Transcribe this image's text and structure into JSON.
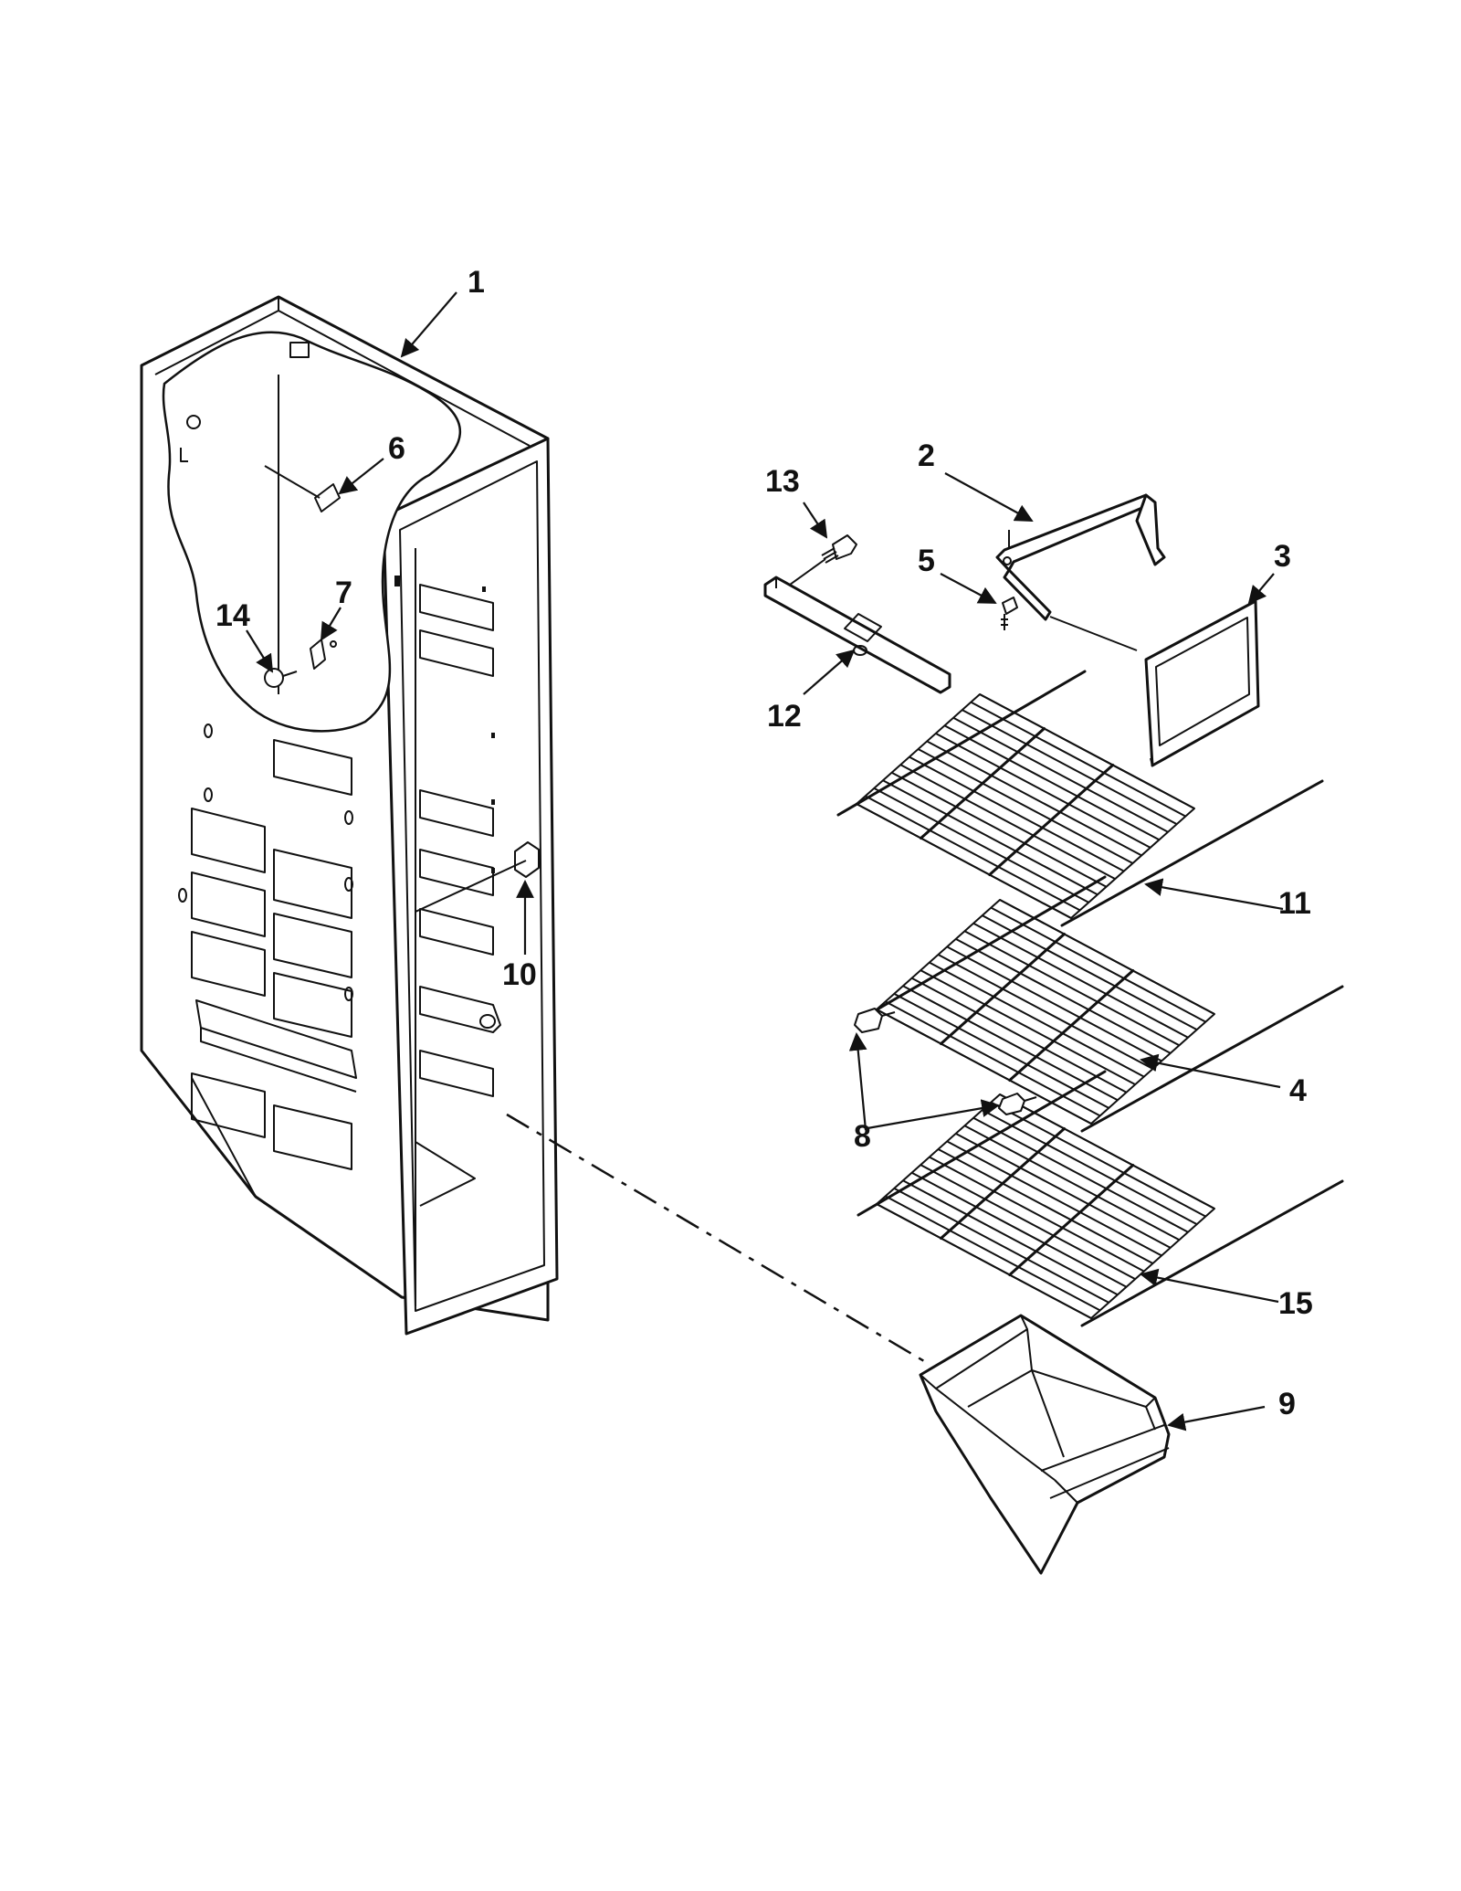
{
  "diagram": {
    "callouts": [
      {
        "id": "1",
        "text": "1"
      },
      {
        "id": "2",
        "text": "2"
      },
      {
        "id": "3",
        "text": "3"
      },
      {
        "id": "4",
        "text": "4"
      },
      {
        "id": "5",
        "text": "5"
      },
      {
        "id": "6",
        "text": "6"
      },
      {
        "id": "7",
        "text": "7"
      },
      {
        "id": "8",
        "text": "8"
      },
      {
        "id": "9",
        "text": "9"
      },
      {
        "id": "10",
        "text": "10"
      },
      {
        "id": "11",
        "text": "11"
      },
      {
        "id": "12",
        "text": "12"
      },
      {
        "id": "13",
        "text": "13"
      },
      {
        "id": "14",
        "text": "14"
      },
      {
        "id": "15",
        "text": "15"
      }
    ],
    "colors": {
      "line": "#111111",
      "background": "#ffffff"
    }
  }
}
